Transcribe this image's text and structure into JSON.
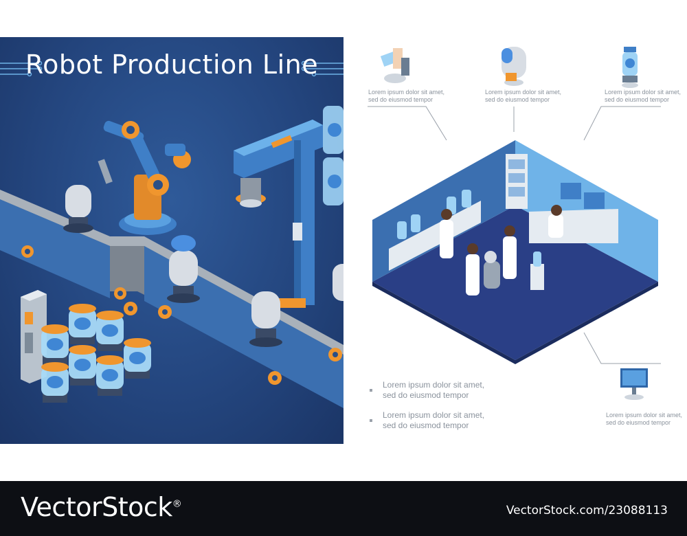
{
  "left_panel": {
    "title": "Robot Production Line",
    "background": "#24467f",
    "accent_orange": "#f0962e"
  },
  "callouts_top": [
    {
      "icon": "robot-arm-icon",
      "line1": "Lorem ipsum dolor sit amet,",
      "line2": "sed do eiusmod tempor"
    },
    {
      "icon": "robot-head-icon",
      "line1": "Lorem ipsum dolor sit amet,",
      "line2": "sed do eiusmod tempor"
    },
    {
      "icon": "brain-capsule-icon",
      "line1": "Lorem ipsum dolor sit amet,",
      "line2": "sed do eiusmod tempor"
    }
  ],
  "callout_monitor": {
    "icon": "monitor-icon",
    "line1": "Lorem ipsum dolor sit amet,",
    "line2": "sed do eiusmod tempor"
  },
  "bullets": [
    {
      "line1": "Lorem ipsum dolor sit amet,",
      "line2": "sed do eiusmod tempor"
    },
    {
      "line1": "Lorem ipsum dolor sit amet,",
      "line2": "sed do eiusmod tempor"
    }
  ],
  "footer": {
    "logo": "VectorStock",
    "registered": "®",
    "url": "VectorStock.com/23088113"
  }
}
